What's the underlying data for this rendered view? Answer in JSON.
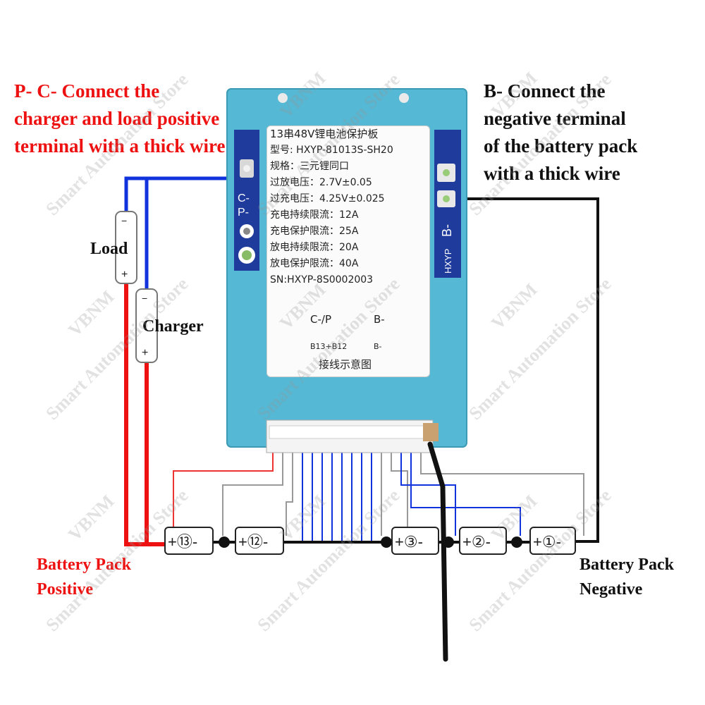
{
  "annotations": {
    "pc_title": [
      "P- C- Connect the",
      "charger and load positive",
      "terminal with a thick wire"
    ],
    "b_title": [
      "B- Connect the",
      "negative terminal",
      "of the battery pack",
      "with a thick wire"
    ],
    "load": "Load",
    "charger": "Charger",
    "battery_positive": [
      "Battery Pack",
      "Positive"
    ],
    "battery_negative": [
      "Battery Pack",
      "Negative"
    ]
  },
  "board": {
    "left_terminal_labels": [
      "C-",
      "P-"
    ],
    "right_terminal_label": "B-",
    "right_brand": "HXYP",
    "sticker_lines": [
      "13串48V锂电池保护板",
      "型号: HXYP-81013S-SH20",
      "规格：三元锂同口",
      "过放电压：2.7V±0.05",
      "过充电压：4.25V±0.025",
      "充电持续限流：12A",
      "充电保护限流：25A",
      "放电持续限流：20A",
      "放电保护限流：40A",
      "SN:HXYP-8S0002003"
    ],
    "diagram": {
      "c_p": "C-/P",
      "b_minus": "B-",
      "b13_b12": "B13+B12",
      "b_minus_bottom": "B-",
      "caption": "接线示意图"
    }
  },
  "device_terminals": {
    "minus": "−",
    "plus": "+"
  },
  "cells": [
    {
      "label": "+⑬-"
    },
    {
      "label": "+⑫-"
    },
    {
      "label": "+③-"
    },
    {
      "label": "+②-"
    },
    {
      "label": "+①-"
    }
  ],
  "watermark": {
    "brand": "VBNM",
    "store": "Smart Automation Store"
  },
  "colors": {
    "board": "#55b8d4",
    "red_wire": "#ee1111",
    "blue_wire": "#1133dd",
    "black_wire": "#111111",
    "annotation_red": "#ee1111"
  }
}
